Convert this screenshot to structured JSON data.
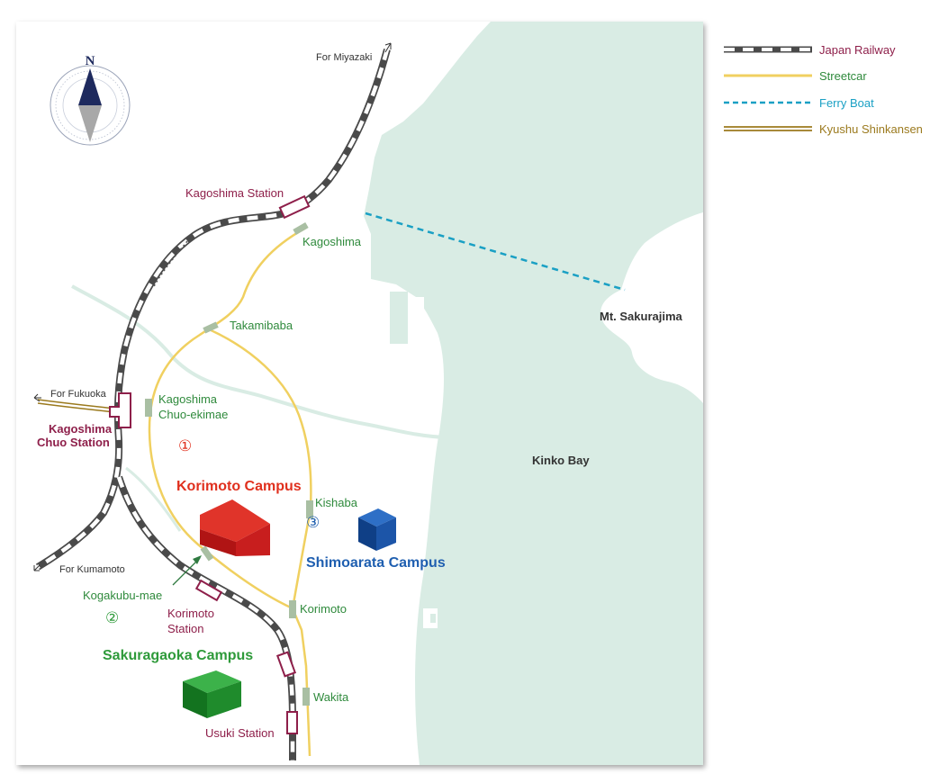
{
  "compass": {
    "north_label": "N"
  },
  "legend": [
    {
      "label": "Japan Railway",
      "color": "#8e1f4a"
    },
    {
      "label": "Streetcar",
      "color": "#2f8a3c"
    },
    {
      "label": "Ferry Boat",
      "color": "#1aa0c4"
    },
    {
      "label": "Kyushu Shinkansen",
      "color": "#9b7a1e"
    }
  ],
  "places": {
    "for_miyazaki": "For Miyazaki",
    "for_fukuoka": "For Fukuoka",
    "for_kumamoto": "For Kumamoto",
    "mt_sakurajima": "Mt. Sakurajima",
    "kinko_bay": "Kinko Bay"
  },
  "rail_stations": {
    "kagoshima_station": "Kagoshima Station",
    "chuo_line1": "Kagoshima",
    "chuo_line2": "Chuo Station",
    "korimoto_line1": "Korimoto",
    "korimoto_line2": "Station",
    "usuki_station": "Usuki Station"
  },
  "streetcar_stops": {
    "kagoshima": "Kagoshima",
    "takamibaba": "Takamibaba",
    "chuo_ekimae_line1": "Kagoshima",
    "chuo_ekimae_line2": "Chuo-ekimae",
    "kishaba": "Kishaba",
    "kogakubu_mae": "Kogakubu-mae",
    "korimoto": "Korimoto",
    "wakita": "Wakita"
  },
  "campuses": {
    "korimoto": {
      "name": "Korimoto Campus",
      "number": "①",
      "color": "#e0301e"
    },
    "sakuragaoka": {
      "name": "Sakuragaoka Campus",
      "number": "②",
      "color": "#2e9a3a"
    },
    "shimoarata": {
      "name": "Shimoarata Campus",
      "number": "③",
      "color": "#1f5fb0"
    }
  }
}
